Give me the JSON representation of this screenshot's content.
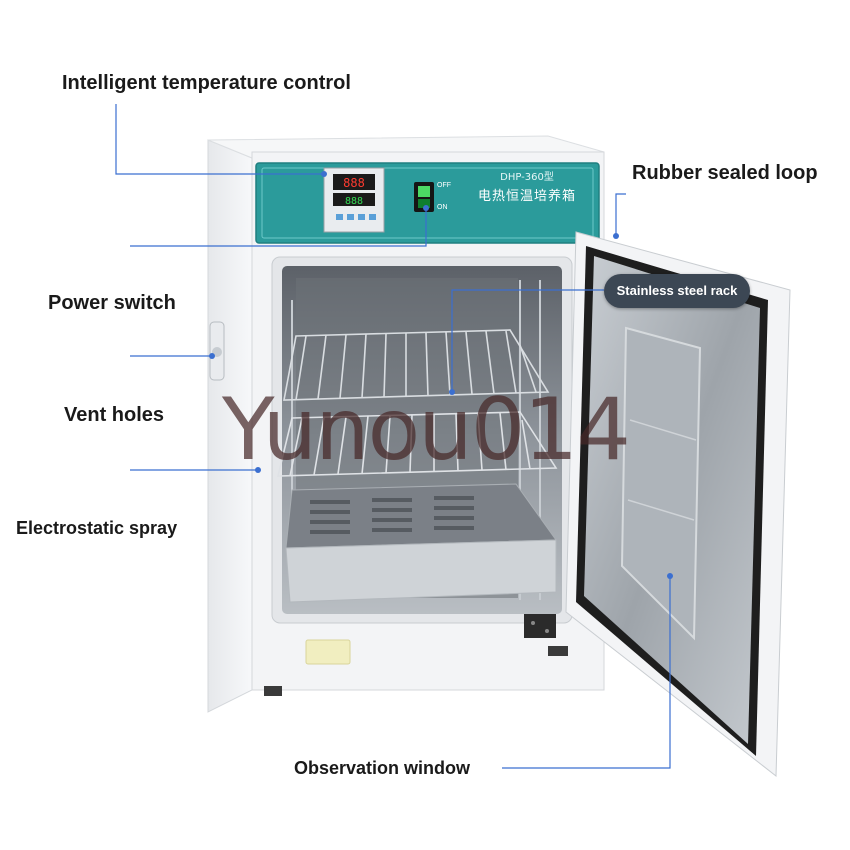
{
  "labels": {
    "temp_control": "Intelligent temperature control",
    "power_switch": "Power switch",
    "vent_holes": "Vent holes",
    "electrostatic_spray": "Electrostatic spray",
    "rubber_loop": "Rubber sealed loop",
    "steel_rack": "Stainless steel rack",
    "observation_window": "Observation window"
  },
  "panel": {
    "model": "DHP-360型",
    "name_cn": "电热恒温培养箱",
    "switch_off": "OFF",
    "switch_on": "ON",
    "display_top": "888",
    "display_bottom": "888"
  },
  "watermark": "Yunou014",
  "colors": {
    "panel_teal": "#2b9b9b",
    "leader_line": "#3b6fd0",
    "body_white": "#f2f3f5",
    "chamber_steel": "#9aa1a8",
    "pill_bg": "#3c4754"
  }
}
